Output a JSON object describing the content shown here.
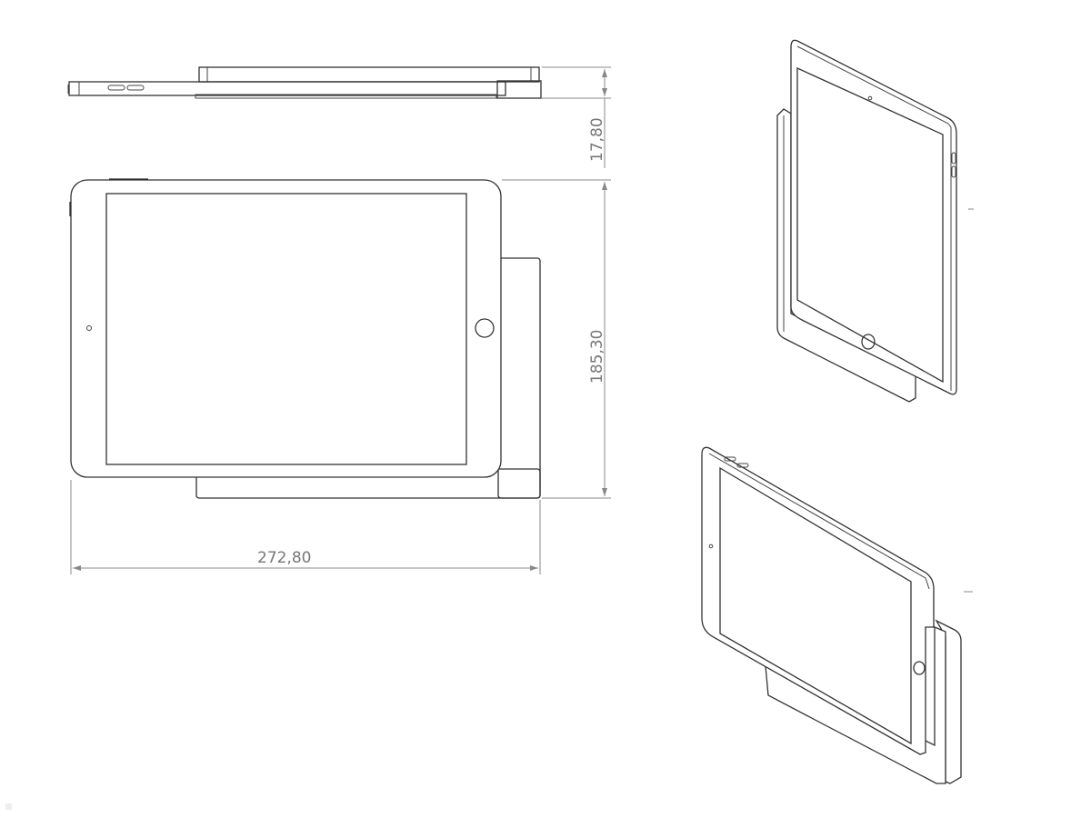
{
  "drawing": {
    "dimensions": {
      "thickness": "17,80",
      "height": "185,30",
      "width": "272,80"
    },
    "views": [
      "top-view",
      "front-view",
      "isometric-portrait",
      "isometric-landscape"
    ],
    "line_color": "#333333",
    "dimension_color": "#888888"
  }
}
